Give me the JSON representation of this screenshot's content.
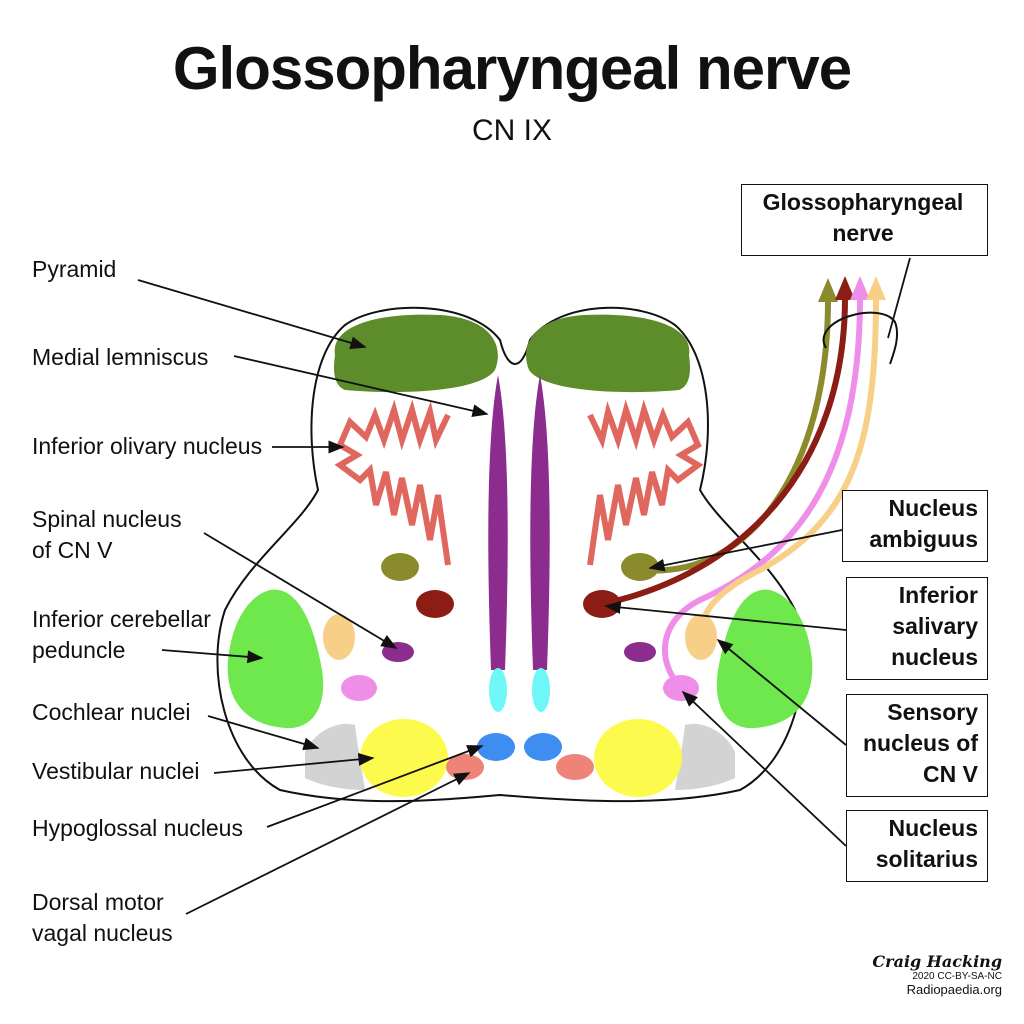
{
  "title": "Glossopharyngeal nerve",
  "subtitle": "CN IX",
  "left_labels": {
    "pyramid": "Pyramid",
    "medial_lemniscus": "Medial lemniscus",
    "inferior_olivary": "Inferior olivary nucleus",
    "spinal_nucleus_v_line1": "Spinal nucleus",
    "spinal_nucleus_v_line2": "of CN V",
    "icp_line1": "Inferior cerebellar",
    "icp_line2": "peduncle",
    "cochlear": "Cochlear nuclei",
    "vestibular": "Vestibular nuclei",
    "hypoglossal": "Hypoglossal nucleus",
    "dmv_line1": "Dorsal motor",
    "dmv_line2": "vagal nucleus"
  },
  "right_boxes": {
    "nerve_line1": "Glossopharyngeal",
    "nerve_line2": "nerve",
    "ambiguus_line1": "Nucleus",
    "ambiguus_line2": "ambiguus",
    "salivary_line1": "Inferior",
    "salivary_line2": "salivary",
    "salivary_line3": "nucleus",
    "sensory_v_line1": "Sensory",
    "sensory_v_line2": "nucleus of",
    "sensory_v_line3": "CN V",
    "solitarius_line1": "Nucleus",
    "solitarius_line2": "solitarius"
  },
  "credit": {
    "author": "Craig Hacking",
    "license": "2020 CC-BY-SA-NC",
    "site": "Radiopaedia.org"
  },
  "colors": {
    "pyramid": "#5d8c2a",
    "medial_lemniscus": "#8b2c8e",
    "inferior_olivary": "#e0675e",
    "nucleus_ambiguus": "#8b8b2e",
    "inferior_salivary": "#8b1d14",
    "spinal_nucleus_v": "#8b2c8e",
    "inferior_cerebellar_peduncle": "#6ee84c",
    "sensory_nucleus_v": "#f8cf87",
    "nucleus_solitarius": "#ee8ee8",
    "cochlear": "#d3d3d3",
    "vestibular": "#fdfa4e",
    "hypoglossal": "#3d8ef0",
    "dorsal_motor_vagal": "#ee8478",
    "mlf": "#6ff6f6"
  }
}
